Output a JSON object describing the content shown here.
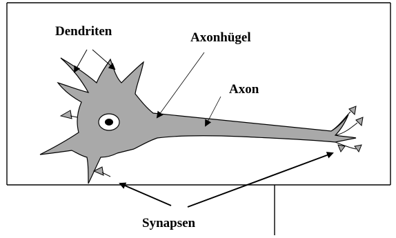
{
  "labels": {
    "dendriten": "Dendriten",
    "axonhuegel": "Axonhügel",
    "axon": "Axon",
    "synapsen": "Synapsen"
  },
  "colors": {
    "cell_fill": "#a9a9a9",
    "outline": "#000000",
    "nucleus_fill": "#ffffff",
    "nucleolus_fill": "#000000",
    "border": "#000000",
    "background": "#ffffff"
  }
}
